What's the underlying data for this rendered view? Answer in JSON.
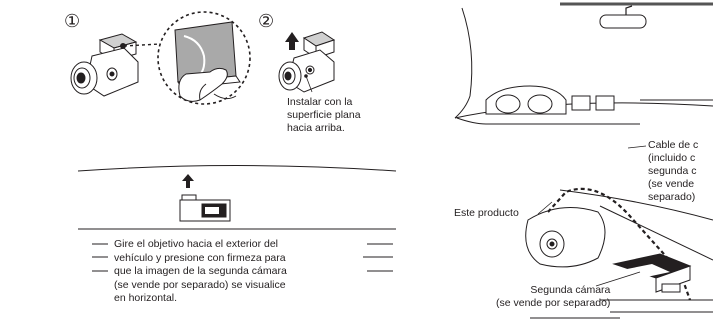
{
  "steps": {
    "step1_number": "①",
    "step2_number": "②"
  },
  "install_note": {
    "lines": [
      "Instalar con la",
      "superficie plana",
      "hacia arriba."
    ]
  },
  "instruction": {
    "lines": [
      "Gire el objetivo hacia el exterior del",
      "vehículo y presione con firmeza para",
      "que la imagen de la segunda cámara",
      "(se vende por separado) se visualice",
      "en horizontal."
    ]
  },
  "callouts": {
    "este_producto": "Este producto",
    "cable_lines": [
      "Cable de c",
      "(incluido c",
      "segunda c",
      "(se vende",
      "separado)"
    ],
    "segunda_camara_lines": [
      "Segunda cámara",
      "(se vende por separado)"
    ]
  },
  "colors": {
    "ink": "#231f20",
    "camera_fill": "#ffffff",
    "camera_top": "#d0d0d0",
    "adhesive": "#a9a9a9",
    "accent_dark": "#1a1a1a"
  },
  "icons": [
    "camera-illustration-icon",
    "adhesive-pad-icon",
    "finger-icon",
    "up-arrow-icon",
    "windshield-illustration-icon"
  ]
}
